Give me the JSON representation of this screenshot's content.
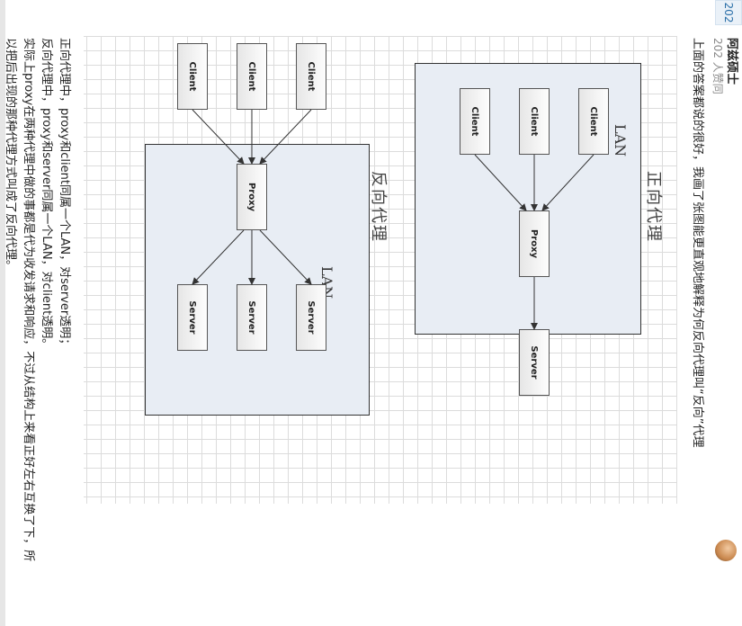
{
  "votes": {
    "count": "202"
  },
  "author": {
    "name": "阿兹硕士",
    "votes_line": "202 人赞同"
  },
  "intro": "上面的答案都说的很好，我画了张图能更直观地解释为何反向代理叫“反向”代理",
  "diagram": {
    "forward": {
      "title": "正向代理",
      "lan_label": "LAN",
      "clients": [
        "Client",
        "Client",
        "Client"
      ],
      "proxy": "Proxy",
      "server": "Server"
    },
    "reverse": {
      "title": "反向代理",
      "lan_label": "LAN",
      "clients": [
        "Client",
        "Client",
        "Client"
      ],
      "proxy": "Proxy",
      "servers": [
        "Server",
        "Server",
        "Server"
      ]
    }
  },
  "body": [
    "正向代理中，proxy和client同属一个LAN，对server透明；",
    "反向代理中，proxy和server同属一个LAN，对client透明。",
    "实际上proxy在两种代理中做的事都是代为收发请求和响应，不过从结构上来看正好左右互换了下，所",
    "以把后出现的那种代理方式叫成了反向代理。"
  ]
}
